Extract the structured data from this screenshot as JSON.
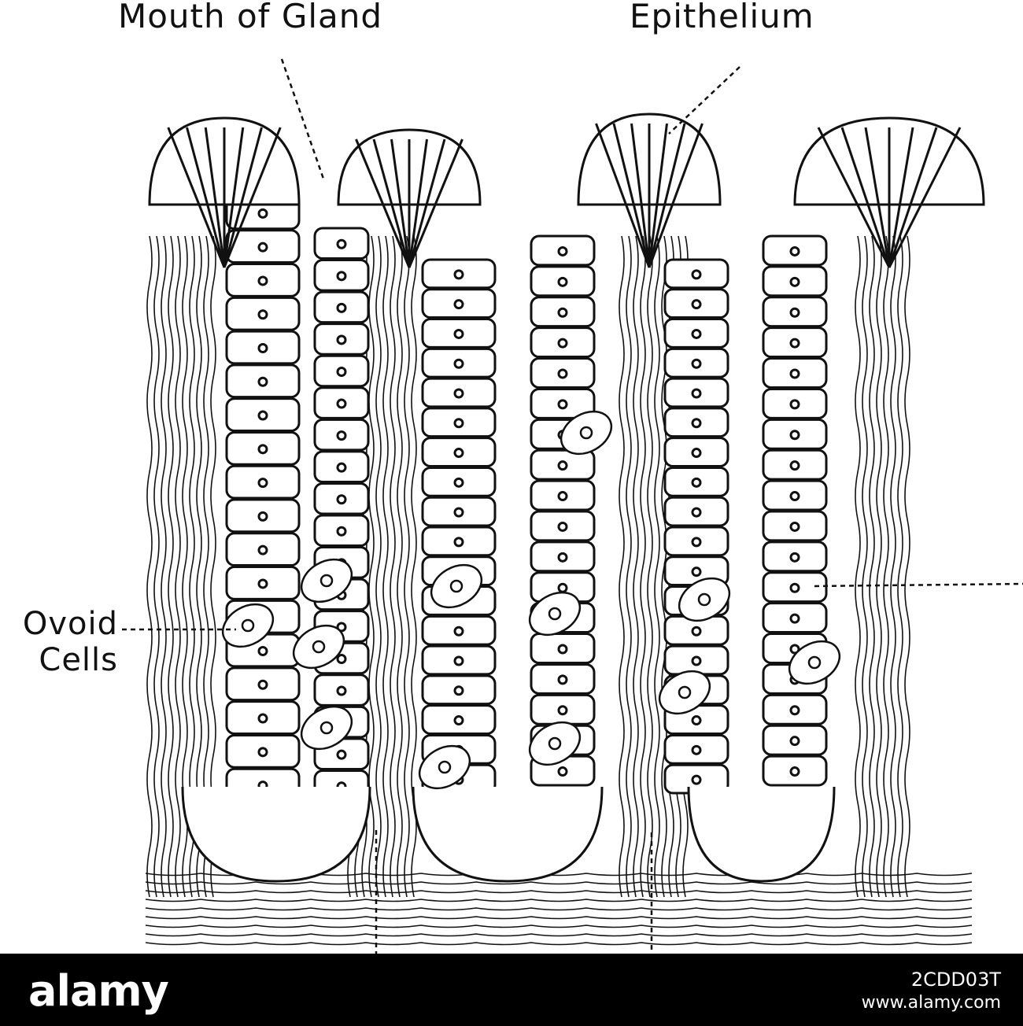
{
  "figure": {
    "labels": {
      "mouth_of_gland": "Mouth of Gland",
      "epithelium": "Epithelium",
      "ovoid_line1": "Ovoid",
      "ovoid_line2": "Cells"
    }
  },
  "watermark": {
    "logo": "alamy",
    "image_id": "2CDD03T",
    "url": "www.alamy.com"
  },
  "colors": {
    "ink": "#111111",
    "background": "#ffffff",
    "footer": "#000000"
  }
}
